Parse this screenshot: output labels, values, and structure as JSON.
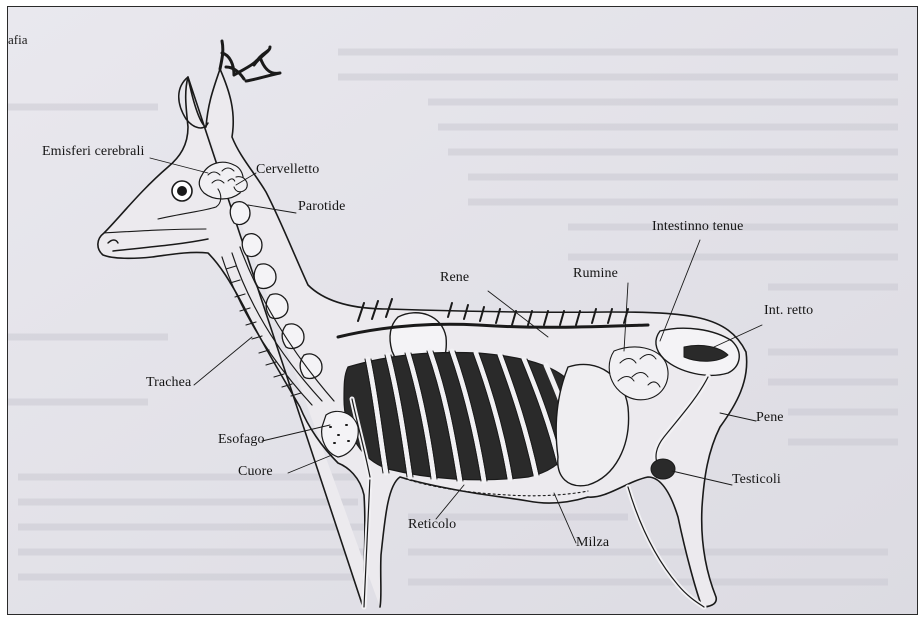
{
  "page": {
    "header_fragment": "afia"
  },
  "labels": {
    "emisferi": "Emisferi cerebrali",
    "cervelletto": "Cervelletto",
    "parotide": "Parotide",
    "intestino_tenue": "Intestinno tenue",
    "rene": "Rene",
    "rumine": "Rumine",
    "int_retto": "Int. retto",
    "trachea": "Trachea",
    "esofago": "Esofago",
    "cuore": "Cuore",
    "reticolo": "Reticolo",
    "milza": "Milza",
    "pene": "Pene",
    "testicoli": "Testicoli"
  }
}
